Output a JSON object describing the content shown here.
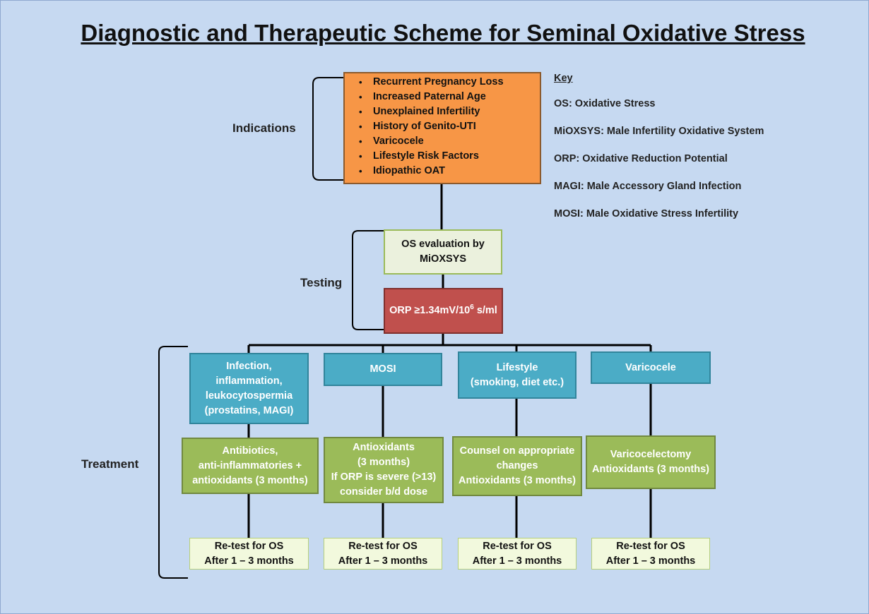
{
  "title": "Diagnostic and Therapeutic Scheme for Seminal Oxidative Stress",
  "sections": {
    "indications": "Indications",
    "testing": "Testing",
    "treatment": "Treatment"
  },
  "indications": [
    "Recurrent Pregnancy Loss",
    "Increased Paternal Age",
    "Unexplained Infertility",
    "History of Genito-UTI",
    "Varicocele",
    "Lifestyle Risk Factors",
    "Idiopathic OAT"
  ],
  "testing": {
    "evaluation": [
      "OS evaluation by",
      "MiOXSYS"
    ],
    "threshold_prefix": "ORP ≥1.34mV/10",
    "threshold_sup": "6",
    "threshold_suffix": " s/ml"
  },
  "key": {
    "title": "Key",
    "items": [
      "OS: Oxidative Stress",
      "MiOXSYS: Male Infertility Oxidative System",
      "ORP: Oxidative Reduction Potential",
      "MAGI: Male Accessory Gland Infection",
      "MOSI: Male Oxidative Stress Infertility"
    ]
  },
  "causes": [
    [
      "Infection,",
      "inflammation,",
      "leukocytospermia",
      "(prostatins, MAGI)"
    ],
    [
      "MOSI"
    ],
    [
      "Lifestyle",
      "(smoking, diet etc.)"
    ],
    [
      "Varicocele"
    ]
  ],
  "treatments": [
    [
      "Antibiotics,",
      "anti-inflammatories +",
      "antioxidants (3 months)"
    ],
    [
      "Antioxidants",
      "(3 months)",
      "If ORP is severe (>13)",
      "consider b/d dose"
    ],
    [
      "Counsel on appropriate",
      "changes",
      "Antioxidants (3 months)"
    ],
    [
      "Varicocelectomy",
      "Antioxidants (3 months)"
    ]
  ],
  "retest": [
    "Re-test for OS",
    "After 1 – 3 months"
  ]
}
